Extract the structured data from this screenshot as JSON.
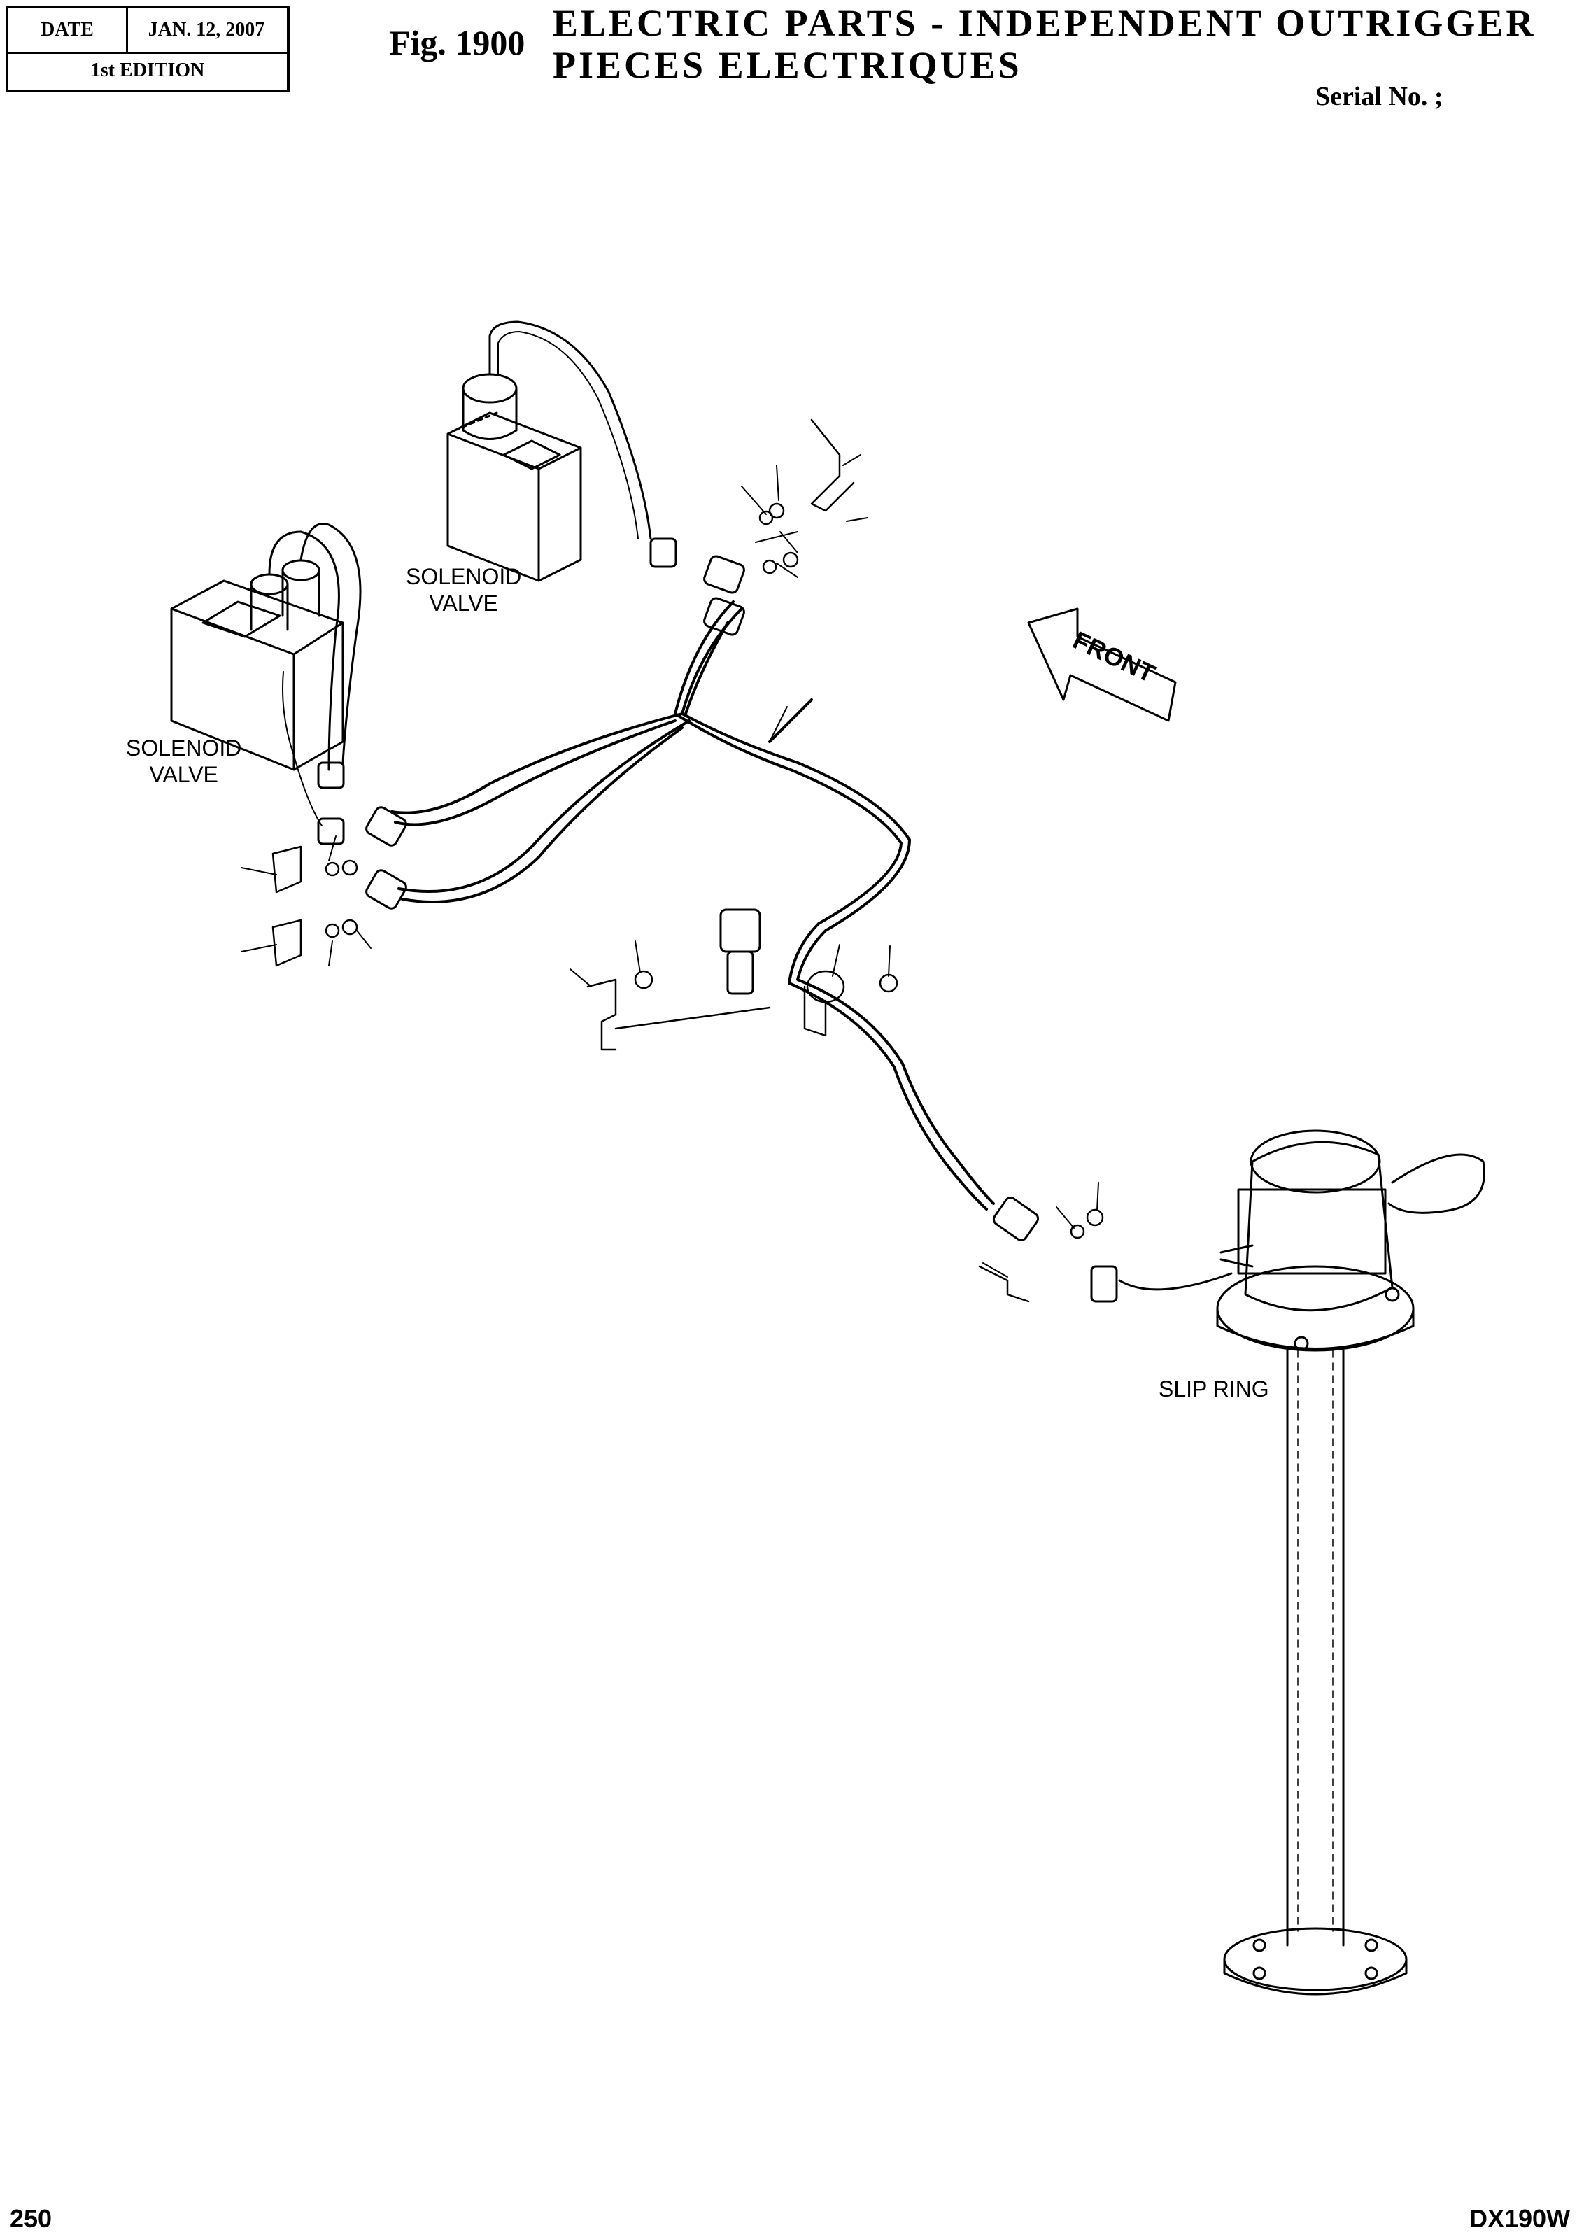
{
  "header": {
    "date_label": "DATE",
    "date_value": "JAN. 12, 2007",
    "edition": "1st EDITION",
    "fig": "Fig. 1900",
    "title_en": "ELECTRIC PARTS - INDEPENDENT OUTRIGGER",
    "title_fr": "PIECES ELECTRIQUES",
    "serial": "Serial No. ;"
  },
  "labels": {
    "solenoid_valve_top_1": "SOLENOID",
    "solenoid_valve_top_2": "VALVE",
    "solenoid_valve_left_1": "SOLENOID",
    "solenoid_valve_left_2": "VALVE",
    "front": "FRONT",
    "slip_ring": "SLIP RING"
  },
  "footer": {
    "page": "250",
    "model": "DX190W"
  },
  "icons": [
    "front-arrow-icon"
  ]
}
